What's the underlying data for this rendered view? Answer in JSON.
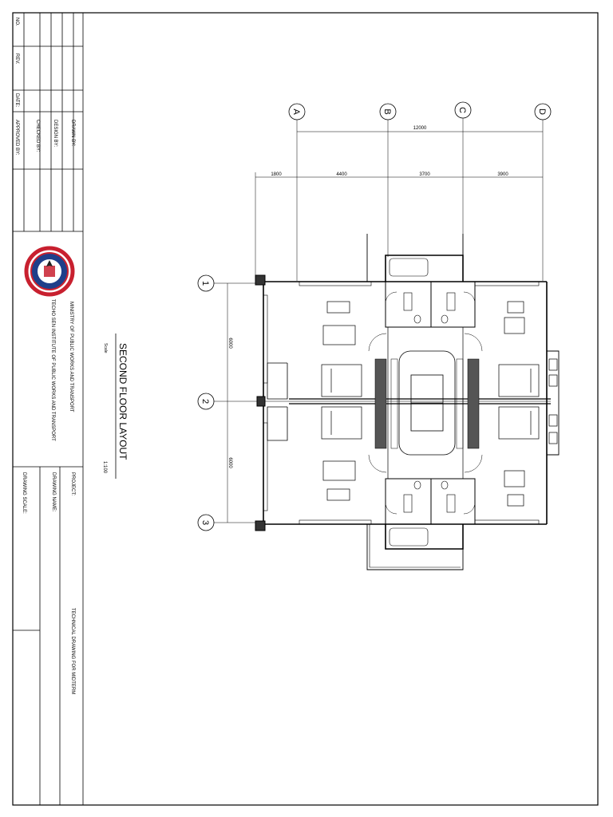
{
  "title_block": {
    "no_label": "NO.",
    "rev_label": "REV.",
    "date_label": "DATE:",
    "drawn_by_label": "DRAWN BY:",
    "design_by_label": "DESIGN BY:",
    "checked_by_label": "CHECKED BY:",
    "approved_by_label": "APPROVED BY:",
    "ministry_line": "MINISTRY OF PUBLIC WORKS AND TRANSPORT",
    "institute_line": "TECHO SEN INSTITUTE OF PUBLIC WORKS AND TRANSPORT",
    "project_label": "PROJECT:",
    "drawing_name_label": "DRAWING NAME:",
    "drawing_scale_label": "DRAWING SCALE:",
    "drawing_name_value": "TECHNICAL DRAWING FOR MIDTERM"
  },
  "plan": {
    "title": "SECOND FLOOR LAYOUT",
    "scale_label": "Scale",
    "scale_value": "1:100",
    "grid_letters": [
      "A",
      "B",
      "C",
      "D"
    ],
    "grid_numbers": [
      "1",
      "2",
      "3"
    ],
    "dim_overall": "12000",
    "dims_top": [
      "1800",
      "4400",
      "3700",
      "3900"
    ],
    "dims_left": [
      "6000",
      "6000"
    ]
  },
  "colors": {
    "logo_outer_red": "#c8202f",
    "logo_inner_blue": "#1f3f8a"
  }
}
